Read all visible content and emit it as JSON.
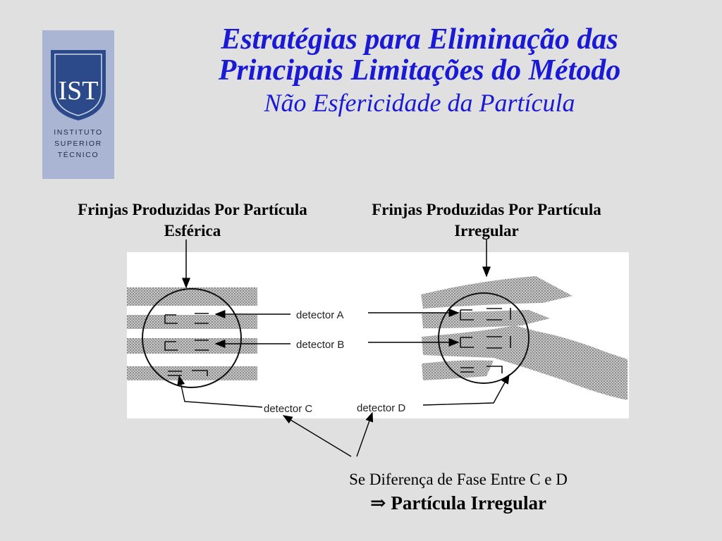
{
  "logo": {
    "letters": "IST",
    "lines": [
      "INSTITUTO",
      "SUPERIOR",
      "TÉCNICO"
    ]
  },
  "title": {
    "line1": "Estratégias para Eliminação das",
    "line2": "Principais Limitações do Método",
    "line3": "Não Esfericidade da Partícula"
  },
  "captions": {
    "left": "Frinjas Produzidas Por Partícula Esférica",
    "right": "Frinjas Produzidas Por Partícula Irregular"
  },
  "figure": {
    "detector_a": "detector A",
    "detector_b": "detector B",
    "detector_c": "detector C",
    "detector_d": "detector D"
  },
  "conclusion": {
    "line1": "Se Diferença de Fase Entre C e D",
    "arrow": "⇒",
    "line2": "Partícula Irregular"
  },
  "colors": {
    "title": "#1a1ad6",
    "background": "#e0e0e0",
    "logo_panel": "#a9b5d2",
    "logo_shield": "#2c4a8a"
  }
}
